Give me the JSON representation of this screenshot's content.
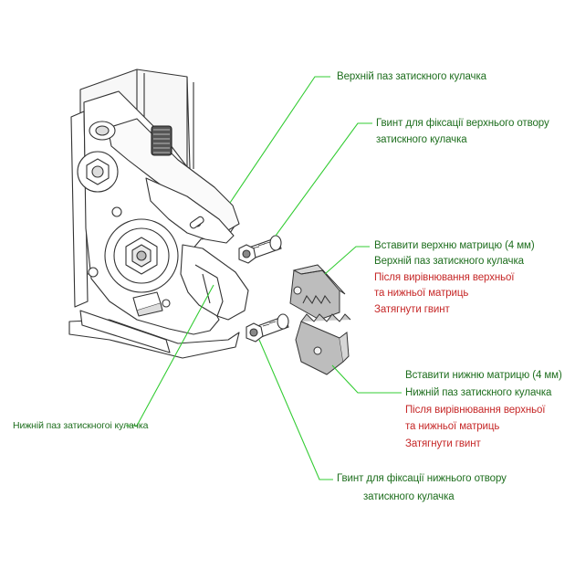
{
  "colors": {
    "leader": "#33cc33",
    "label_green": "#1e6e1e",
    "label_red": "#c62828",
    "line": "#333333",
    "shade": "#bdbdbd"
  },
  "labels": {
    "upper_slot": "Верхній паз затискного кулачка",
    "upper_screw_line1": "Гвинт для фіксації верхнього отвору",
    "upper_screw_line2": "затискного кулачка",
    "upper_die_line1": "Вставити верхню матрицю (4 мм)",
    "upper_die_line2": "Верхній паз затискного кулачка",
    "upper_after_line1": "Після вирівнювання верхньої",
    "upper_after_line2": "та нижньої матриць",
    "upper_tighten": "Затягнути гвинт",
    "lower_die_line1": "Вставити нижню матрицю (4 мм)",
    "lower_die_line2": "Нижній паз затискного кулачка",
    "lower_after_line1": "Після вирівнювання верхньої",
    "lower_after_line2": "та нижньої матриць",
    "lower_tighten": "Затягнути гвинт",
    "lower_slot": "Нижній паз затискногоі кулачка",
    "lower_screw_line1": "Гвинт для фіксації нижнього отвору",
    "lower_screw_line2": "затискного кулачка"
  }
}
